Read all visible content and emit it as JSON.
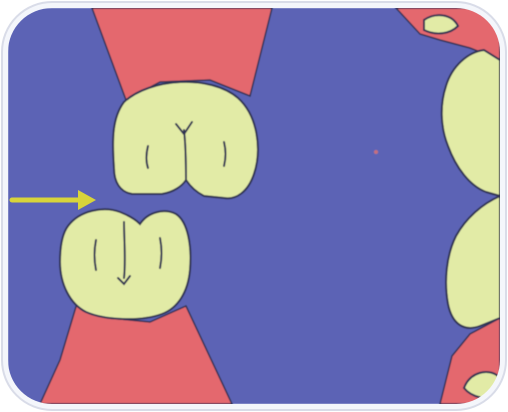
{
  "diagram": {
    "colors": {
      "background": "#5b63b5",
      "gingiva": "#e4686e",
      "tooth": "#e2eba6",
      "outline": "#2f3152",
      "arrow": "#d8d43a",
      "frame_highlight": "#f4f6fb"
    },
    "elements": [
      "upper-tooth",
      "lower-tooth",
      "gingiva-upper",
      "gingiva-lower",
      "gingiva-right-upper",
      "gingiva-right-lower",
      "right-upper-tooth",
      "right-lower-tooth",
      "arrow-icon"
    ]
  }
}
